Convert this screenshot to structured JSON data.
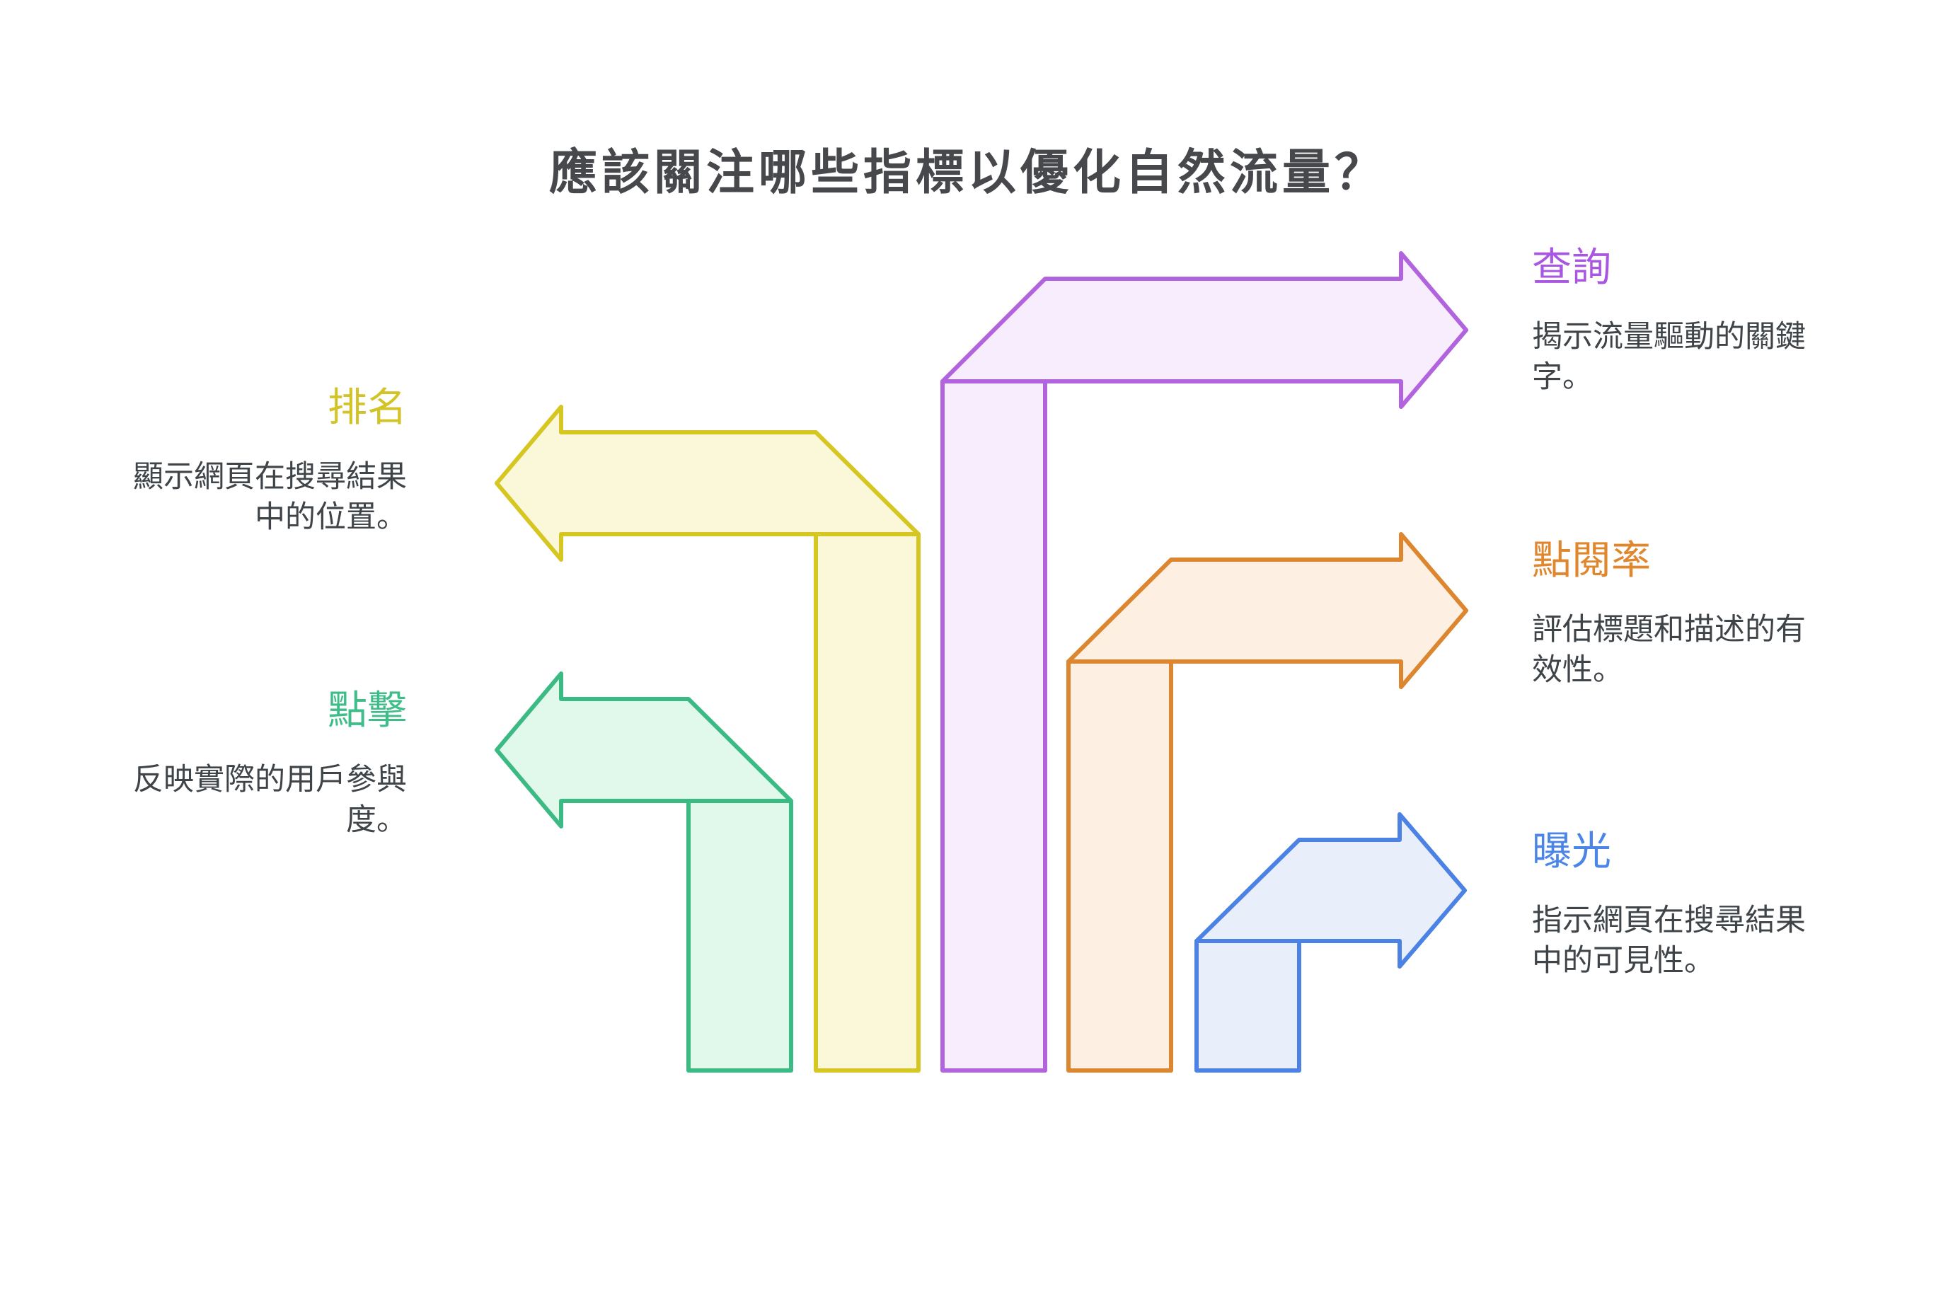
{
  "title": "應該關注哪些指標以優化自然流量？",
  "title_color": "#47484c",
  "body_text_color": "#3f4449",
  "background_color": "#ffffff",
  "metrics": [
    {
      "id": "query",
      "label": "查詢",
      "description": "揭示流量驅動的關鍵字。",
      "side": "right",
      "arrow_direction": "right",
      "label_color": "#a957e3",
      "arrow_stroke": "#b164de",
      "arrow_fill": "#f8edfc"
    },
    {
      "id": "ranking",
      "label": "排名",
      "description": "顯示網頁在搜尋結果中的位置。",
      "side": "left",
      "arrow_direction": "left",
      "label_color": "#d2c327",
      "arrow_stroke": "#d6c622",
      "arrow_fill": "#fbf8da"
    },
    {
      "id": "ctr",
      "label": "點閱率",
      "description": "評估標題和描述的有效性。",
      "side": "right",
      "arrow_direction": "right",
      "label_color": "#e0872e",
      "arrow_stroke": "#dd8630",
      "arrow_fill": "#fdf0e2"
    },
    {
      "id": "clicks",
      "label": "點擊",
      "description": "反映實際的用戶參與度。",
      "side": "left",
      "arrow_direction": "left",
      "label_color": "#3ebd89",
      "arrow_stroke": "#3cba84",
      "arrow_fill": "#e1f9eb"
    },
    {
      "id": "impressions",
      "label": "曝光",
      "description": "指示網頁在搜尋結果中的可見性。",
      "side": "right",
      "arrow_direction": "right",
      "label_color": "#4b85e8",
      "arrow_stroke": "#4c82e4",
      "arrow_fill": "#e8effb"
    }
  ]
}
